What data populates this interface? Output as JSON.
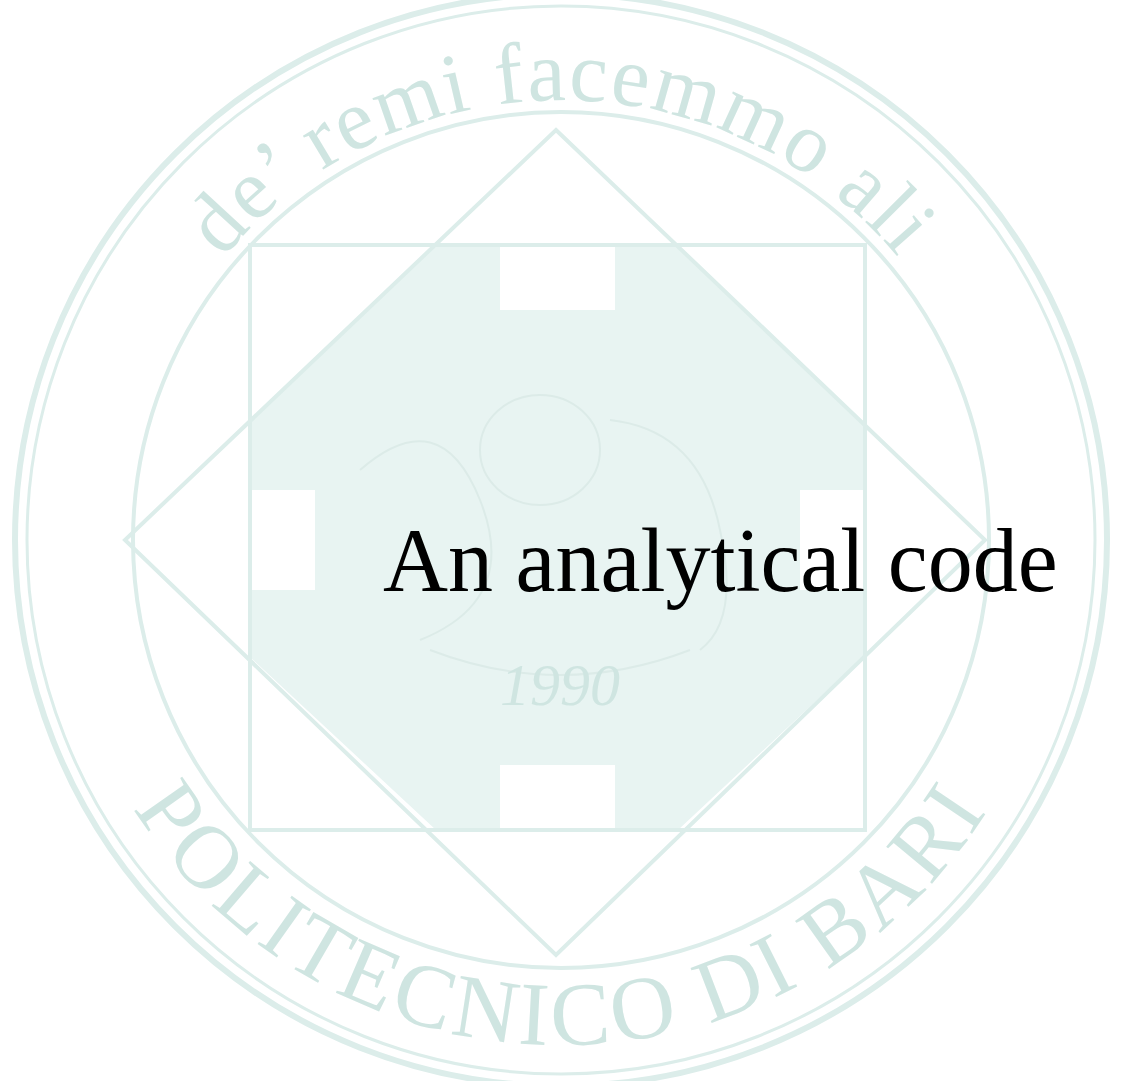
{
  "diagram": {
    "title": "An analytical code",
    "labels": [
      "de’ remi facemmo ali",
      "1990",
      "POLITECNICO DI BARI"
    ]
  }
}
